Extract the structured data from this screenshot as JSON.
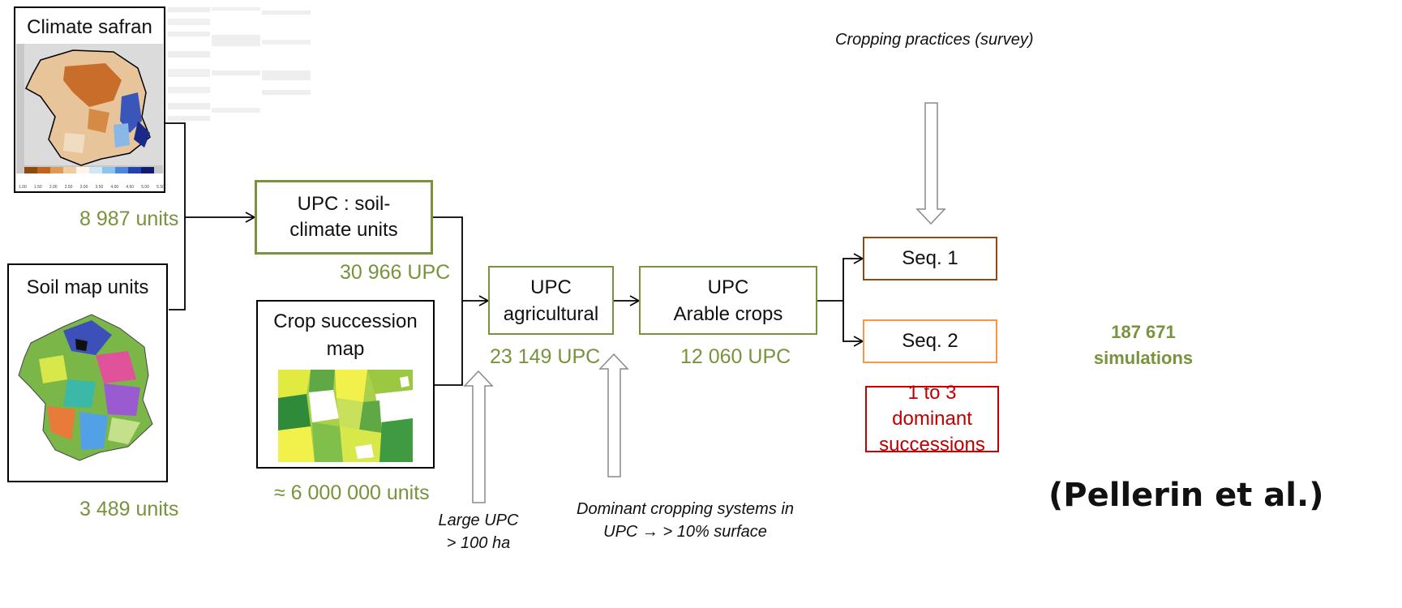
{
  "inputs": {
    "climate": {
      "title": "Climate safran",
      "count": "8 987 units",
      "legend_ticks": [
        "1.00",
        "1.50",
        "2.00",
        "2.50",
        "3.00",
        "3.50",
        "4.00",
        "4.50",
        "5.00",
        "5.50"
      ]
    },
    "soil": {
      "title": "Soil map units",
      "count": "3 489 units"
    },
    "crop_map": {
      "title_line1": "Crop succession",
      "title_line2": "map",
      "count": "≈ 6 000 000  units"
    }
  },
  "nodes": {
    "upc_soil_climate": {
      "line1": "UPC : soil-",
      "line2": "climate units",
      "count": "30 966 UPC"
    },
    "upc_agricultural": {
      "line1": "UPC",
      "line2": "agricultural",
      "count": "23 149 UPC"
    },
    "upc_arable": {
      "line1": "UPC",
      "line2": "Arable crops",
      "count": "12 060 UPC"
    },
    "seq1": {
      "label": "Seq. 1"
    },
    "seq2": {
      "label": "Seq. 2"
    },
    "dominant": {
      "line1": "1 to 3 dominant",
      "line2": "successions"
    }
  },
  "annotations": {
    "cropping_practices": "Cropping practices (survey)",
    "large_upc_line1": "Large UPC",
    "large_upc_line2": "> 100 ha",
    "dominant_systems_line1": "Dominant  cropping systems in",
    "dominant_systems_line2": "UPC  → > 10% surface"
  },
  "result": {
    "line1": "187 671",
    "line2": "simulations"
  },
  "citation": "(Pellerin et al.)",
  "colors": {
    "green": "#77933c",
    "brown": "#8a4b16",
    "orange": "#f79646",
    "red": "#c00000"
  }
}
